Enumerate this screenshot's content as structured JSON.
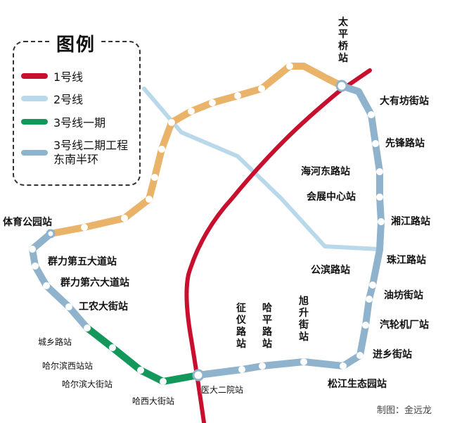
{
  "legend": {
    "title": "图例",
    "items": [
      {
        "label": "1号线",
        "color": "#c8102e"
      },
      {
        "label": "2号线",
        "color": "#b9d9ea"
      },
      {
        "label": "3号线一期",
        "color": "#13975a"
      },
      {
        "label": "3号线二期工程东南半环",
        "color": "#8fb3cc"
      }
    ]
  },
  "line_colors": {
    "line1": "#c8102e",
    "line2": "#b9d9ea",
    "line3_phase1": "#13975a",
    "line3_phase2": "#8fb3cc",
    "line3_north_arc": "#eab36a"
  },
  "stations": {
    "taipingqiao": "太平桥站",
    "dayoufangjie": "大有坊街站",
    "xianfenglu": "先锋路站",
    "haihedonglu": "海河东路站",
    "huizhanzhongxin": "会展中心站",
    "xiangjianglu": "湘江路站",
    "zhujianglu": "珠江路站",
    "gongbinlu": "公滨路站",
    "youfangjie": "油坊街站",
    "qilunjichang": "汽轮机厂站",
    "jinxiangjie": "进乡街站",
    "songjiangshengtaiyuan": "松江生态园站",
    "xushengjie": "旭升街站",
    "hapinglu": "哈平路站",
    "zhengyilu": "征仪路站",
    "yidaeryuan": "医大二院站",
    "haxidajie": "哈西大街站",
    "haerbindajie": "哈尔滨大街站",
    "haerbinxizhan": "哈尔滨西站站",
    "chengxianglu": "城乡路站",
    "gongnongdajie": "工农大街站",
    "qunlidiliudadao": "群力第六大道站",
    "qunlidiwudadao": "群力第五大道站",
    "tiyugongyuan": "体育公园站"
  },
  "credit": "制图：金远龙"
}
